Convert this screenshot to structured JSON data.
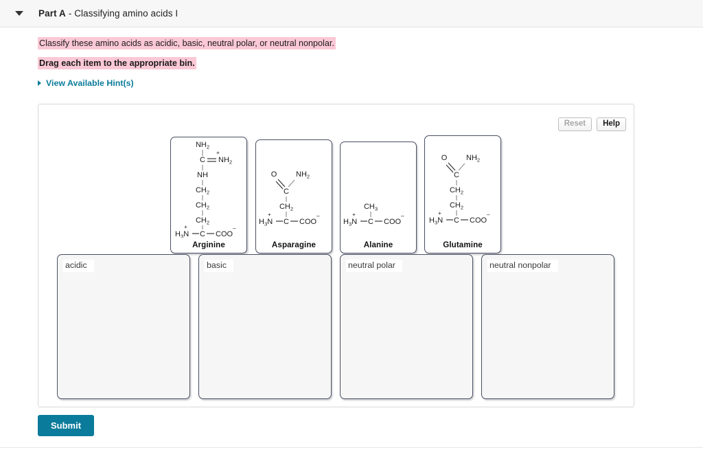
{
  "header": {
    "collapse_icon": "caret-down-icon",
    "part_label": "Part A",
    "separator": " - ",
    "part_title": "Classifying amino acids I"
  },
  "prompt": {
    "question": "Classify these amino acids as acidic, basic, neutral polar, or neutral nonpolar.",
    "instruction": "Drag each item to the appropriate bin.",
    "hint_link": "View Available Hint(s)",
    "hint_icon": "caret-right-icon"
  },
  "toolbar": {
    "reset_label": "Reset",
    "help_label": "Help",
    "reset_disabled": true
  },
  "cards": [
    {
      "id": "arginine",
      "name": "Arginine",
      "side_chain": [
        "NH2",
        "C=NH2+",
        "NH",
        "CH2",
        "CH2",
        "CH2"
      ],
      "backbone": "H3N+-C(-H)-COO-"
    },
    {
      "id": "asparagine",
      "name": "Asparagine",
      "side_chain": [
        "O=C-NH2",
        "CH2"
      ],
      "backbone": "H3N+-C(-H)-COO-"
    },
    {
      "id": "alanine",
      "name": "Alanine",
      "side_chain": [
        "CH3"
      ],
      "backbone": "H3N+-C(-H)-COO-"
    },
    {
      "id": "glutamine",
      "name": "Glutamine",
      "side_chain": [
        "O=C-NH2",
        "CH2",
        "CH2"
      ],
      "backbone": "H3N+-C(-H)-COO-"
    }
  ],
  "bins": [
    {
      "id": "acidic",
      "label": "acidic",
      "items": []
    },
    {
      "id": "basic",
      "label": "basic",
      "items": []
    },
    {
      "id": "neutral-polar",
      "label": "neutral polar",
      "items": []
    },
    {
      "id": "neutral-nonpolar",
      "label": "neutral nonpolar",
      "items": []
    }
  ],
  "actions": {
    "submit_label": "Submit"
  },
  "colors": {
    "accent": "#0b7b9b",
    "highlight": "#fbc8d6",
    "card_border": "#4a4f63",
    "bin_fill": "#f6f6f6",
    "panel_border": "#d8d8d8",
    "header_bg": "#f7f7f7"
  }
}
